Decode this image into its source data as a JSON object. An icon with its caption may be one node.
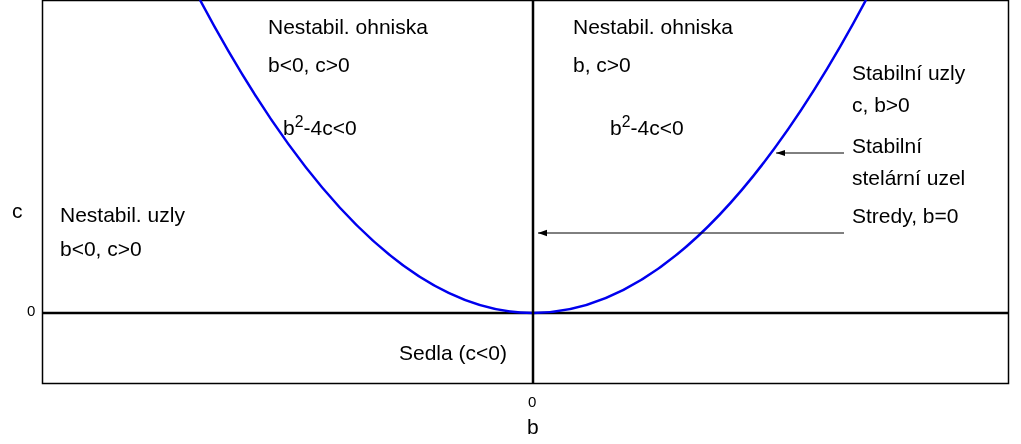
{
  "diagram": {
    "nodes": [
      {
        "text": [
          "Stabilní stelární uzel"
        ]
      },
      {
        "text": [
          "Stredy, b=0"
        ]
      },
      {
        "text": [],
        "shape": "line"
      },
      {
        "text": [],
        "shape": "line"
      }
    ],
    "edges": [
      {
        "from": 0,
        "to": 2,
        "arrow": "to"
      },
      {
        "from": 1,
        "to": 3,
        "arrow": "to"
      }
    ],
    "labels": [
      "Nestabil. ohniska",
      "Nestabil. ohniska",
      "b<0, c>0",
      "b, c>0",
      "Stabilní uzly",
      "c, b>0",
      "b$^{2}$-4c<0",
      "b$^{2}$-4c<0",
      "c",
      "Nestabil. uzly",
      "b<0, c>0",
      "0",
      "Sedla (c<0)",
      "0",
      "b"
    ]
  }
}
